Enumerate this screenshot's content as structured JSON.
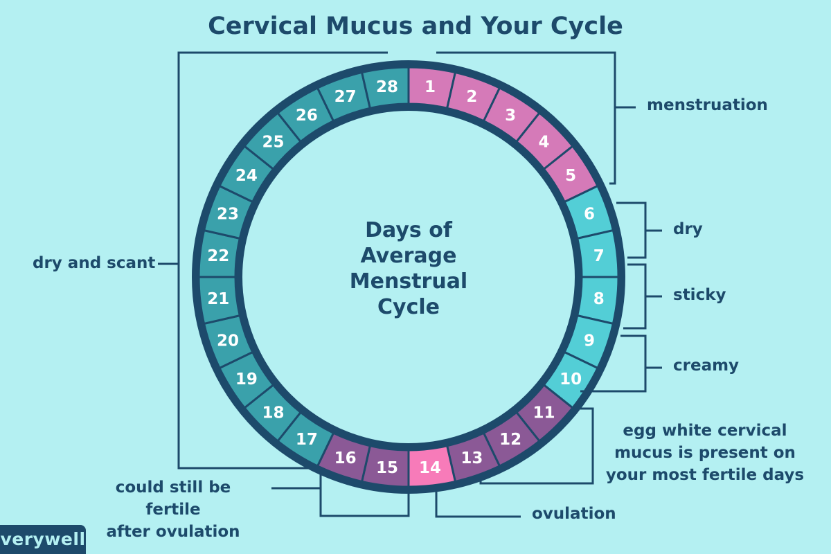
{
  "title": "Cervical Mucus and Your Cycle",
  "center_label": "Days of\nAverage\nMenstrual\nCycle",
  "colors": {
    "background": "#b4f0f2",
    "dark": "#1d4a6b",
    "menstruation": "#d57ab8",
    "dry_sticky_creamy": "#53ced6",
    "egg_white": "#8b5996",
    "ovulation": "#f77bb9",
    "dry_scant": "#3aa1ab"
  },
  "cycle": {
    "days": [
      {
        "day": "1",
        "group": "menstruation"
      },
      {
        "day": "2",
        "group": "menstruation"
      },
      {
        "day": "3",
        "group": "menstruation"
      },
      {
        "day": "4",
        "group": "menstruation"
      },
      {
        "day": "5",
        "group": "menstruation"
      },
      {
        "day": "6",
        "group": "dry_sticky_creamy"
      },
      {
        "day": "7",
        "group": "dry_sticky_creamy"
      },
      {
        "day": "8",
        "group": "dry_sticky_creamy"
      },
      {
        "day": "9",
        "group": "dry_sticky_creamy"
      },
      {
        "day": "10",
        "group": "dry_sticky_creamy"
      },
      {
        "day": "11",
        "group": "egg_white"
      },
      {
        "day": "12",
        "group": "egg_white"
      },
      {
        "day": "13",
        "group": "egg_white"
      },
      {
        "day": "14",
        "group": "ovulation"
      },
      {
        "day": "15",
        "group": "egg_white"
      },
      {
        "day": "16",
        "group": "egg_white"
      },
      {
        "day": "17",
        "group": "dry_scant"
      },
      {
        "day": "18",
        "group": "dry_scant"
      },
      {
        "day": "19",
        "group": "dry_scant"
      },
      {
        "day": "20",
        "group": "dry_scant"
      },
      {
        "day": "21",
        "group": "dry_scant"
      },
      {
        "day": "22",
        "group": "dry_scant"
      },
      {
        "day": "23",
        "group": "dry_scant"
      },
      {
        "day": "24",
        "group": "dry_scant"
      },
      {
        "day": "25",
        "group": "dry_scant"
      },
      {
        "day": "26",
        "group": "dry_scant"
      },
      {
        "day": "27",
        "group": "dry_scant"
      },
      {
        "day": "28",
        "group": "dry_scant"
      }
    ]
  },
  "annotations": {
    "menstruation": "menstruation",
    "dry": "dry",
    "sticky": "sticky",
    "creamy": "creamy",
    "egg_white": "egg white cervical\nmucus is present on\nyour most fertile days",
    "ovulation": "ovulation",
    "fertile_after": "could still be fertile\nafter ovulation",
    "dry_scant": "dry and scant"
  },
  "logo": "verywell"
}
